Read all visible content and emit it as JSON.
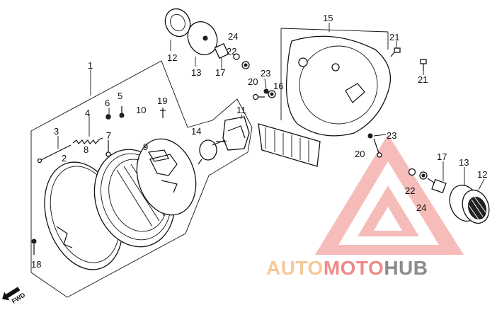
{
  "parts": [
    {
      "id": "p1",
      "label": "1"
    },
    {
      "id": "p2",
      "label": "2"
    },
    {
      "id": "p3",
      "label": "3"
    },
    {
      "id": "p4",
      "label": "4"
    },
    {
      "id": "p5",
      "label": "5"
    },
    {
      "id": "p6",
      "label": "6"
    },
    {
      "id": "p7",
      "label": "7"
    },
    {
      "id": "p8",
      "label": "8"
    },
    {
      "id": "p9",
      "label": "9"
    },
    {
      "id": "p10",
      "label": "10"
    },
    {
      "id": "p11",
      "label": "11"
    },
    {
      "id": "p12a",
      "label": "12"
    },
    {
      "id": "p12b",
      "label": "12"
    },
    {
      "id": "p13a",
      "label": "13"
    },
    {
      "id": "p13b",
      "label": "13"
    },
    {
      "id": "p14",
      "label": "14"
    },
    {
      "id": "p15",
      "label": "15"
    },
    {
      "id": "p16",
      "label": "16"
    },
    {
      "id": "p17a",
      "label": "17"
    },
    {
      "id": "p17b",
      "label": "17"
    },
    {
      "id": "p18",
      "label": "18"
    },
    {
      "id": "p19",
      "label": "19"
    },
    {
      "id": "p20a",
      "label": "20"
    },
    {
      "id": "p20b",
      "label": "20"
    },
    {
      "id": "p21a",
      "label": "21"
    },
    {
      "id": "p21b",
      "label": "21"
    },
    {
      "id": "p22a",
      "label": "22"
    },
    {
      "id": "p22b",
      "label": "22"
    },
    {
      "id": "p23a",
      "label": "23"
    },
    {
      "id": "p23b",
      "label": "23"
    },
    {
      "id": "p24a",
      "label": "24"
    },
    {
      "id": "p24b",
      "label": "24"
    }
  ],
  "direction_marker": "FWD",
  "watermark": {
    "part1": "AUTO",
    "part2": "MOTO",
    "part3": "HUB"
  }
}
